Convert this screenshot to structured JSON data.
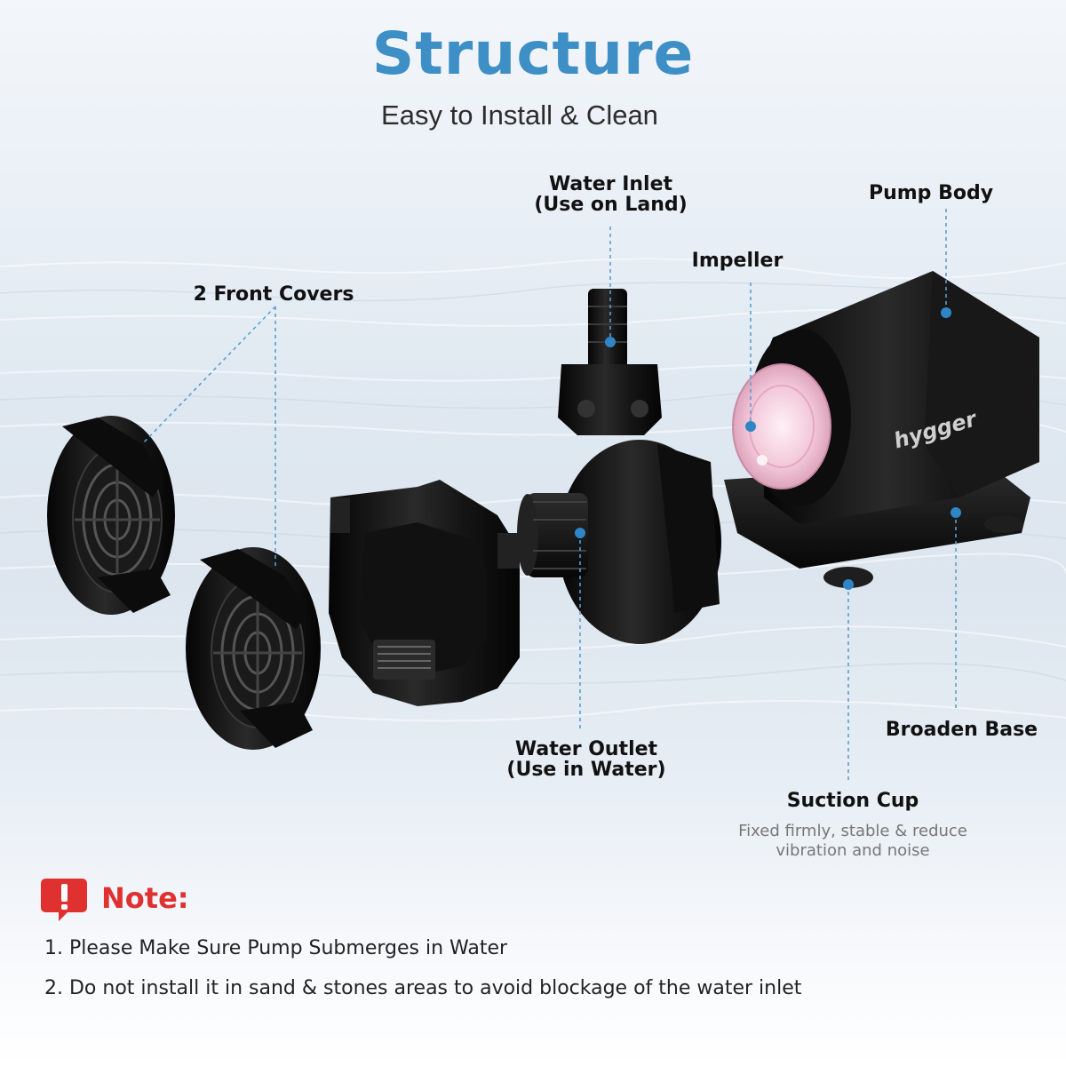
{
  "header": {
    "title": "Structure",
    "subtitle": "Easy to Install & Clean"
  },
  "labels": {
    "front_covers": "2 Front Covers",
    "water_inlet_line1": "Water Inlet",
    "water_inlet_line2": "(Use on Land)",
    "impeller": "Impeller",
    "pump_body": "Pump Body",
    "water_outlet_line1": "Water Outlet",
    "water_outlet_line2": "(Use in Water)",
    "broaden_base": "Broaden Base",
    "suction_cup": "Suction Cup",
    "suction_cup_desc_line1": "Fixed firmly, stable & reduce",
    "suction_cup_desc_line2": "vibration and noise"
  },
  "brand": {
    "logo_text": "hygger"
  },
  "note": {
    "title": "Note:",
    "items": [
      "1. Please Make Sure Pump Submerges in Water",
      "2. Do not install it in sand & stones areas to avoid blockage of the water inlet"
    ]
  },
  "colors": {
    "title": "#3d8fc6",
    "leader": "#5a9fd0",
    "note_red": "#e03131",
    "product": "#111111",
    "impeller_pink": "#f2c7d8"
  },
  "icons": {
    "note_icon": "exclamation-speech-bubble-icon"
  }
}
